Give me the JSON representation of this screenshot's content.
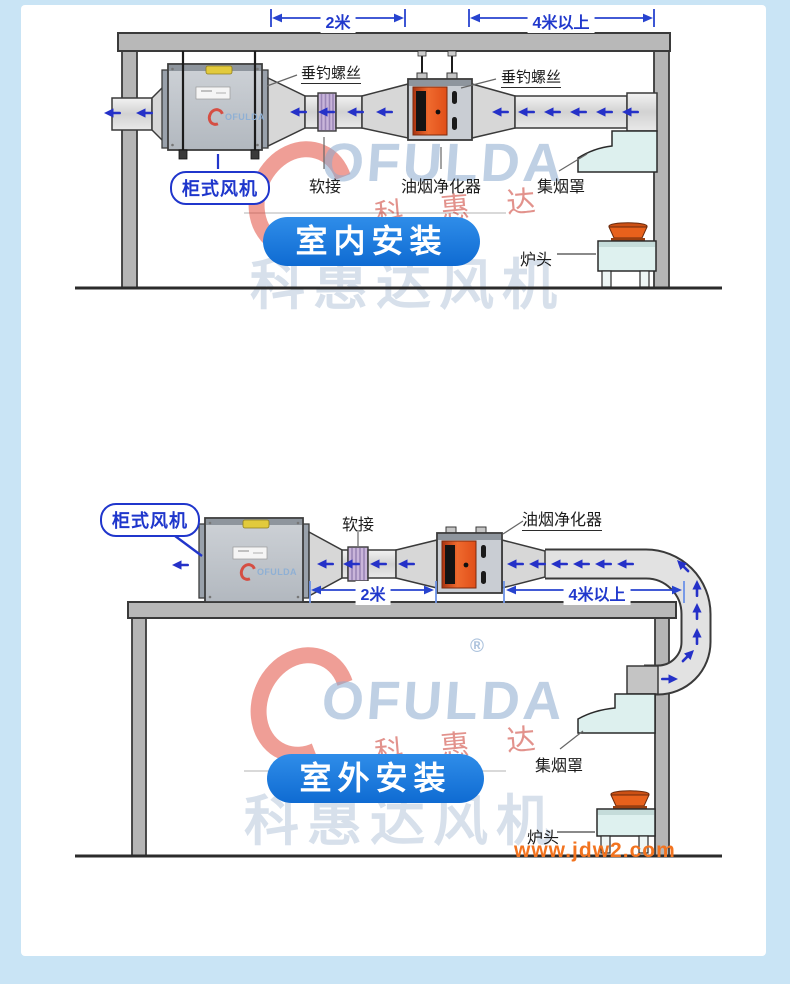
{
  "watermark": {
    "brand": "OFULDA",
    "registered": "®",
    "brand_script": "科 惠 达",
    "brand_big": "科惠达风机"
  },
  "site_watermark": "www.jdw2.com",
  "indoor": {
    "title": "室内安装",
    "dim_short": "2米",
    "dim_long": "4米以上",
    "screw_left": "垂钓螺丝",
    "screw_right": "垂钓螺丝",
    "fan": "柜式风机",
    "soft_joint": "软接",
    "purifier": "油烟净化器",
    "hood": "集烟罩",
    "stove": "炉头"
  },
  "outdoor": {
    "title": "室外安装",
    "dim_short": "2米",
    "dim_long": "4米以上",
    "fan": "柜式风机",
    "soft_joint": "软接",
    "purifier": "油烟净化器",
    "hood": "集烟罩",
    "stove": "炉头"
  },
  "colors": {
    "accent_blue": "#2531c8",
    "dimension_blue": "#2743cf",
    "button_blue": "#1477dc",
    "page_border_blue": "#c9e4f5",
    "purifier_orange": "#e8571e",
    "soft_joint_lilac": "#c9b5da",
    "watermark_red": "#df3e2e",
    "site_orange": "#f2731f"
  }
}
